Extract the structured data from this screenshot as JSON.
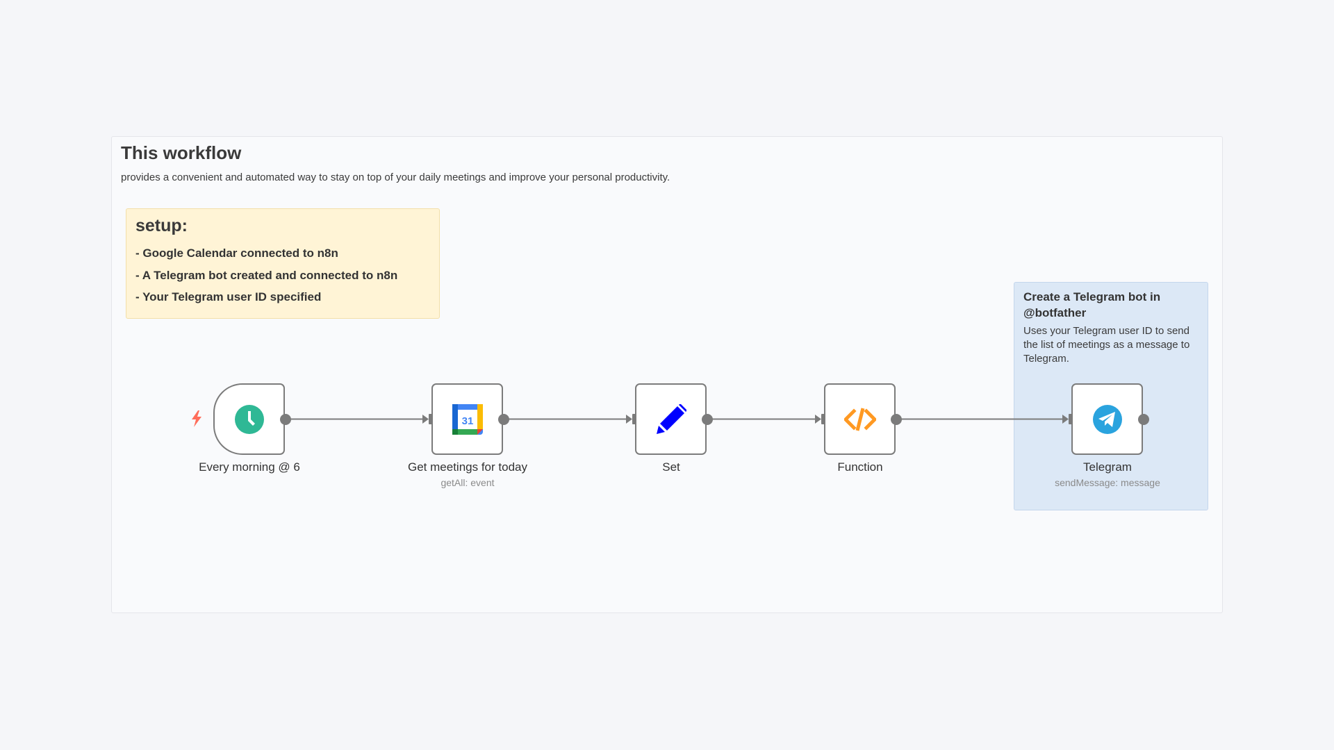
{
  "main_note": {
    "title": "This workflow",
    "description": "provides a convenient and automated way to stay on top of your daily meetings and improve your personal productivity."
  },
  "setup_note": {
    "title": "setup:",
    "items": [
      "- Google Calendar connected to n8n",
      "- A Telegram bot created and connected to n8n",
      "- Your Telegram user ID specified"
    ]
  },
  "telegram_note": {
    "title": "Create a Telegram bot in @botfather",
    "description": "Uses your Telegram user ID to send the list of meetings as a message to Telegram."
  },
  "nodes": [
    {
      "label": "Every morning @ 6",
      "subtitle": "",
      "icon": "clock-icon",
      "color": "#2fb895"
    },
    {
      "label": "Get meetings for today",
      "subtitle": "getAll: event",
      "icon": "google-calendar-icon",
      "color": "#4285f4"
    },
    {
      "label": "Set",
      "subtitle": "",
      "icon": "pencil-icon",
      "color": "#0000ff"
    },
    {
      "label": "Function",
      "subtitle": "",
      "icon": "code-icon",
      "color": "#ff9922"
    },
    {
      "label": "Telegram",
      "subtitle": "sendMessage: message",
      "icon": "telegram-icon",
      "color": "#2aa3de"
    }
  ],
  "calendar_icon_text": "31",
  "colors": {
    "connection": "#7b7b7b",
    "trigger_bolt": "#ff6d5a",
    "setup_note_bg": "#fff4d6",
    "telegram_note_bg": "#dce8f6"
  }
}
